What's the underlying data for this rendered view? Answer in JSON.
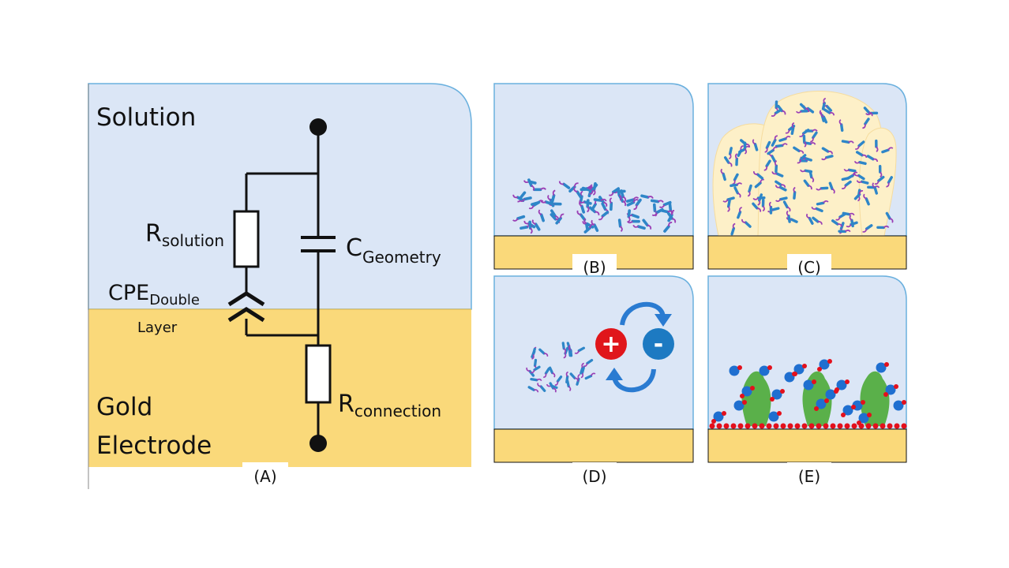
{
  "panel_a": {
    "solution_label": "Solution",
    "electrode_label_line1": "Gold",
    "electrode_label_line2": "Electrode",
    "r_solution_main": "R",
    "r_solution_sub": "solution",
    "c_geometry_main": "C",
    "c_geometry_sub": "Geometry",
    "cpe_main": "CPE",
    "cpe_sub": "Double",
    "cpe_sub2": "Layer",
    "r_connection_main": "R",
    "r_connection_sub": "connection",
    "tag": "(A)"
  },
  "panel_b": {
    "tag": "(B)"
  },
  "panel_c": {
    "tag": "(C)"
  },
  "panel_d": {
    "tag": "(D)",
    "plus_sign": "+",
    "minus_sign": "-"
  },
  "panel_e": {
    "tag": "(E)"
  },
  "colors": {
    "solution": "#dbe6f6",
    "solution_border": "#6ab0de",
    "gold": "#fad97a",
    "gold_dark": "#c9a23a",
    "biofilm": "#fdf0c8",
    "bacteria_blue": "#2e86c8",
    "bacteria_purple": "#9b3fb5",
    "plus_red": "#e0161b",
    "minus_blue": "#1d7ac2",
    "protein_green": "#5ab04a",
    "dot_red": "#e3101c",
    "dot_blue": "#1f6fd0"
  }
}
